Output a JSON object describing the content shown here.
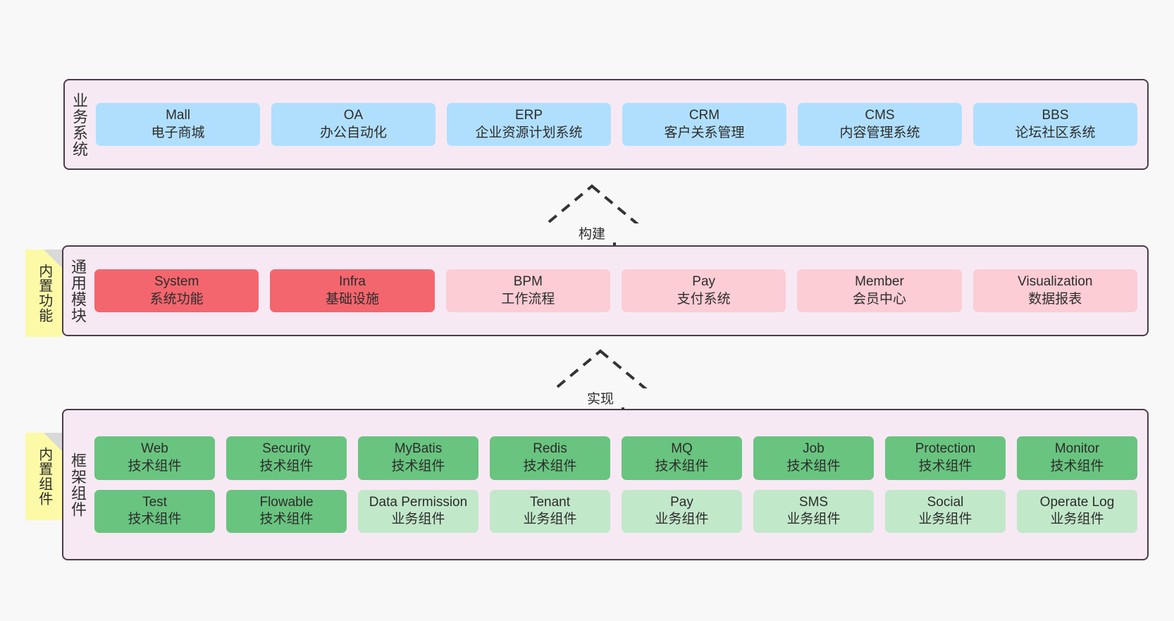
{
  "page": {
    "background": "#f8f8f8",
    "border_color": "#4a3c48",
    "container_fill": "#f7e9f4"
  },
  "colors": {
    "blue": "#b0dffd",
    "red": "#f4666e",
    "pink": "#fccdd5",
    "green": "#69c47f",
    "light_green": "#c2e8ca",
    "note_yellow": "#fcfaa6",
    "note_fold": "#d9d9d9"
  },
  "layers": [
    {
      "id": "business-systems",
      "title": "业务系统",
      "rows": [
        [
          {
            "name": "Mall",
            "desc": "电子商城",
            "style": "c-blue"
          },
          {
            "name": "OA",
            "desc": "办公自动化",
            "style": "c-blue"
          },
          {
            "name": "ERP",
            "desc": "企业资源计划系统",
            "style": "c-blue"
          },
          {
            "name": "CRM",
            "desc": "客户关系管理",
            "style": "c-blue"
          },
          {
            "name": "CMS",
            "desc": "内容管理系统",
            "style": "c-blue"
          },
          {
            "name": "BBS",
            "desc": "论坛社区系统",
            "style": "c-blue"
          }
        ]
      ]
    },
    {
      "id": "common-modules",
      "title": "通用模块",
      "note": "内置功能",
      "rows": [
        [
          {
            "name": "System",
            "desc": "系统功能",
            "style": "c-red"
          },
          {
            "name": "Infra",
            "desc": "基础设施",
            "style": "c-red"
          },
          {
            "name": "BPM",
            "desc": "工作流程",
            "style": "c-pink"
          },
          {
            "name": "Pay",
            "desc": "支付系统",
            "style": "c-pink"
          },
          {
            "name": "Member",
            "desc": "会员中心",
            "style": "c-pink"
          },
          {
            "name": "Visualization",
            "desc": "数据报表",
            "style": "c-pink"
          }
        ]
      ]
    },
    {
      "id": "framework-components",
      "title": "框架组件",
      "note": "内置组件",
      "rows": [
        [
          {
            "name": "Web",
            "desc": "技术组件",
            "style": "c-green"
          },
          {
            "name": "Security",
            "desc": "技术组件",
            "style": "c-green"
          },
          {
            "name": "MyBatis",
            "desc": "技术组件",
            "style": "c-green"
          },
          {
            "name": "Redis",
            "desc": "技术组件",
            "style": "c-green"
          },
          {
            "name": "MQ",
            "desc": "技术组件",
            "style": "c-green"
          },
          {
            "name": "Job",
            "desc": "技术组件",
            "style": "c-green"
          },
          {
            "name": "Protection",
            "desc": "技术组件",
            "style": "c-green"
          },
          {
            "name": "Monitor",
            "desc": "技术组件",
            "style": "c-green"
          }
        ],
        [
          {
            "name": "Test",
            "desc": "技术组件",
            "style": "c-green"
          },
          {
            "name": "Flowable",
            "desc": "技术组件",
            "style": "c-green"
          },
          {
            "name": "Data Permission",
            "desc": "业务组件",
            "style": "c-lgreen"
          },
          {
            "name": "Tenant",
            "desc": "业务组件",
            "style": "c-lgreen"
          },
          {
            "name": "Pay",
            "desc": "业务组件",
            "style": "c-lgreen"
          },
          {
            "name": "SMS",
            "desc": "业务组件",
            "style": "c-lgreen"
          },
          {
            "name": "Social",
            "desc": "业务组件",
            "style": "c-lgreen"
          },
          {
            "name": "Operate Log",
            "desc": "业务组件",
            "style": "c-lgreen"
          }
        ]
      ]
    }
  ],
  "arrows": [
    {
      "id": "build",
      "label": "构建"
    },
    {
      "id": "implement",
      "label": "实现"
    }
  ]
}
